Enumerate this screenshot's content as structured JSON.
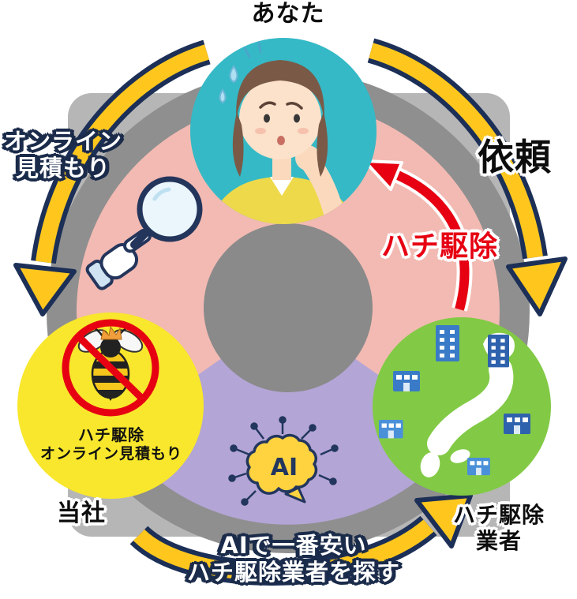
{
  "labels": {
    "you": "あなた",
    "request": "依頼",
    "online_estimate_line1": "オンライン",
    "online_estimate_line2": "見積もり",
    "pest_control_red": "ハチ駆除",
    "our_company": "当社",
    "contractors_line1": "ハチ駆除",
    "contractors_line2": "業者",
    "ai_search_line1": "AIで一番安い",
    "ai_search_line2": "ハチ駆除業者を探す",
    "company_circle_line1": "ハチ駆除",
    "company_circle_line2": "オンライン見積もり",
    "ai": "AI"
  },
  "icons": {
    "worried-person-icon": "😟",
    "magnifier-hand-icon": "🔍",
    "bee-prohibition-icon": "🐝⃠",
    "japan-map-icon": "🗾",
    "building-icon": "🏢",
    "ai-brain-icon": "🧠"
  },
  "colors": {
    "teal_circle": "#35b9c6",
    "pink_segment": "#f2bab2",
    "purple_segment": "#b3a5d5",
    "ring_gray": "#8f8f8f",
    "square_gray": "#b6b6b6",
    "center_gray": "#8a8a8a",
    "yellow_circle": "#f8e72c",
    "green_circle": "#82ca45",
    "arrow_yellow": "#ffc71e",
    "arrow_outline_navy": "#1c2f57",
    "red_accent": "#e60012",
    "label_navy": "#1b2b4a"
  }
}
